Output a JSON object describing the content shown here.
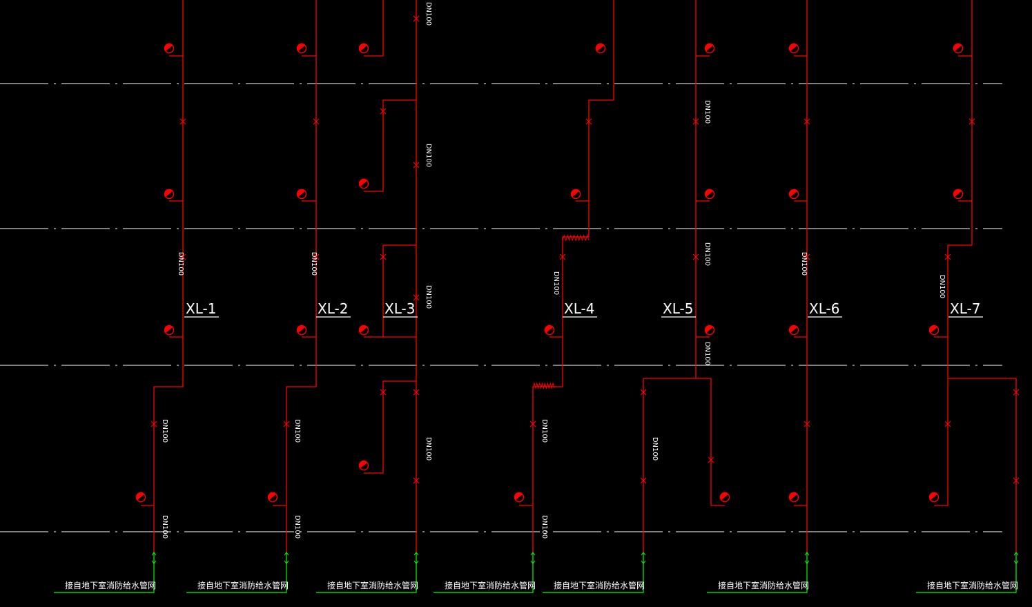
{
  "colors": {
    "background": "#000000",
    "pipe": "#ff0000",
    "supply": "#00ff00",
    "riser_tag": "#ffffff",
    "floor_line": "#ffffff",
    "note_text": "#ffffff"
  },
  "risers": [
    {
      "id": "XL-1"
    },
    {
      "id": "XL-2"
    },
    {
      "id": "XL-3"
    },
    {
      "id": "XL-4"
    },
    {
      "id": "XL-5"
    },
    {
      "id": "XL-6"
    },
    {
      "id": "XL-7"
    }
  ],
  "pipe_size_label": "DN100",
  "supply_note": "接自地下室消防给水管网",
  "icons": {
    "hydrant": "fire-hydrant-icon",
    "valve": "gate-valve-icon",
    "flex_joint": "flexible-joint-icon"
  }
}
